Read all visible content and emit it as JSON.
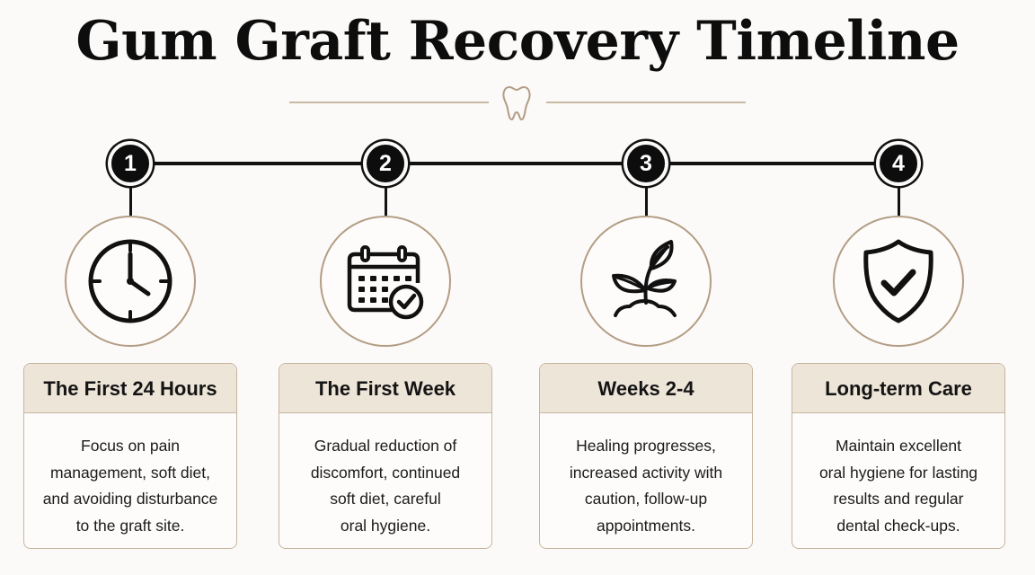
{
  "title": "Gum Graft Recovery Timeline",
  "steps": [
    {
      "number": "1",
      "icon": "clock-icon",
      "heading": "The First 24 Hours",
      "lines": [
        "Focus on pain",
        "management, soft diet,",
        "and avoiding disturbance",
        "to the graft site."
      ]
    },
    {
      "number": "2",
      "icon": "calendar-check-icon",
      "heading": "The First Week",
      "lines": [
        "Gradual reduction of",
        "discomfort, continued",
        "soft diet, careful",
        "oral hygiene."
      ]
    },
    {
      "number": "3",
      "icon": "sprout-icon",
      "heading": "Weeks 2-4",
      "lines": [
        "Healing progresses,",
        "increased activity with",
        "caution, follow-up",
        "appointments."
      ]
    },
    {
      "number": "4",
      "icon": "shield-check-icon",
      "heading": "Long-term Care",
      "lines": [
        "Maintain excellent",
        "oral hygiene for lasting",
        "results and regular",
        "dental check-ups."
      ]
    }
  ],
  "colors": {
    "ink": "#111111",
    "accent": "#b39d84",
    "card_header": "#ede5d8",
    "background": "#fbfaf8"
  }
}
